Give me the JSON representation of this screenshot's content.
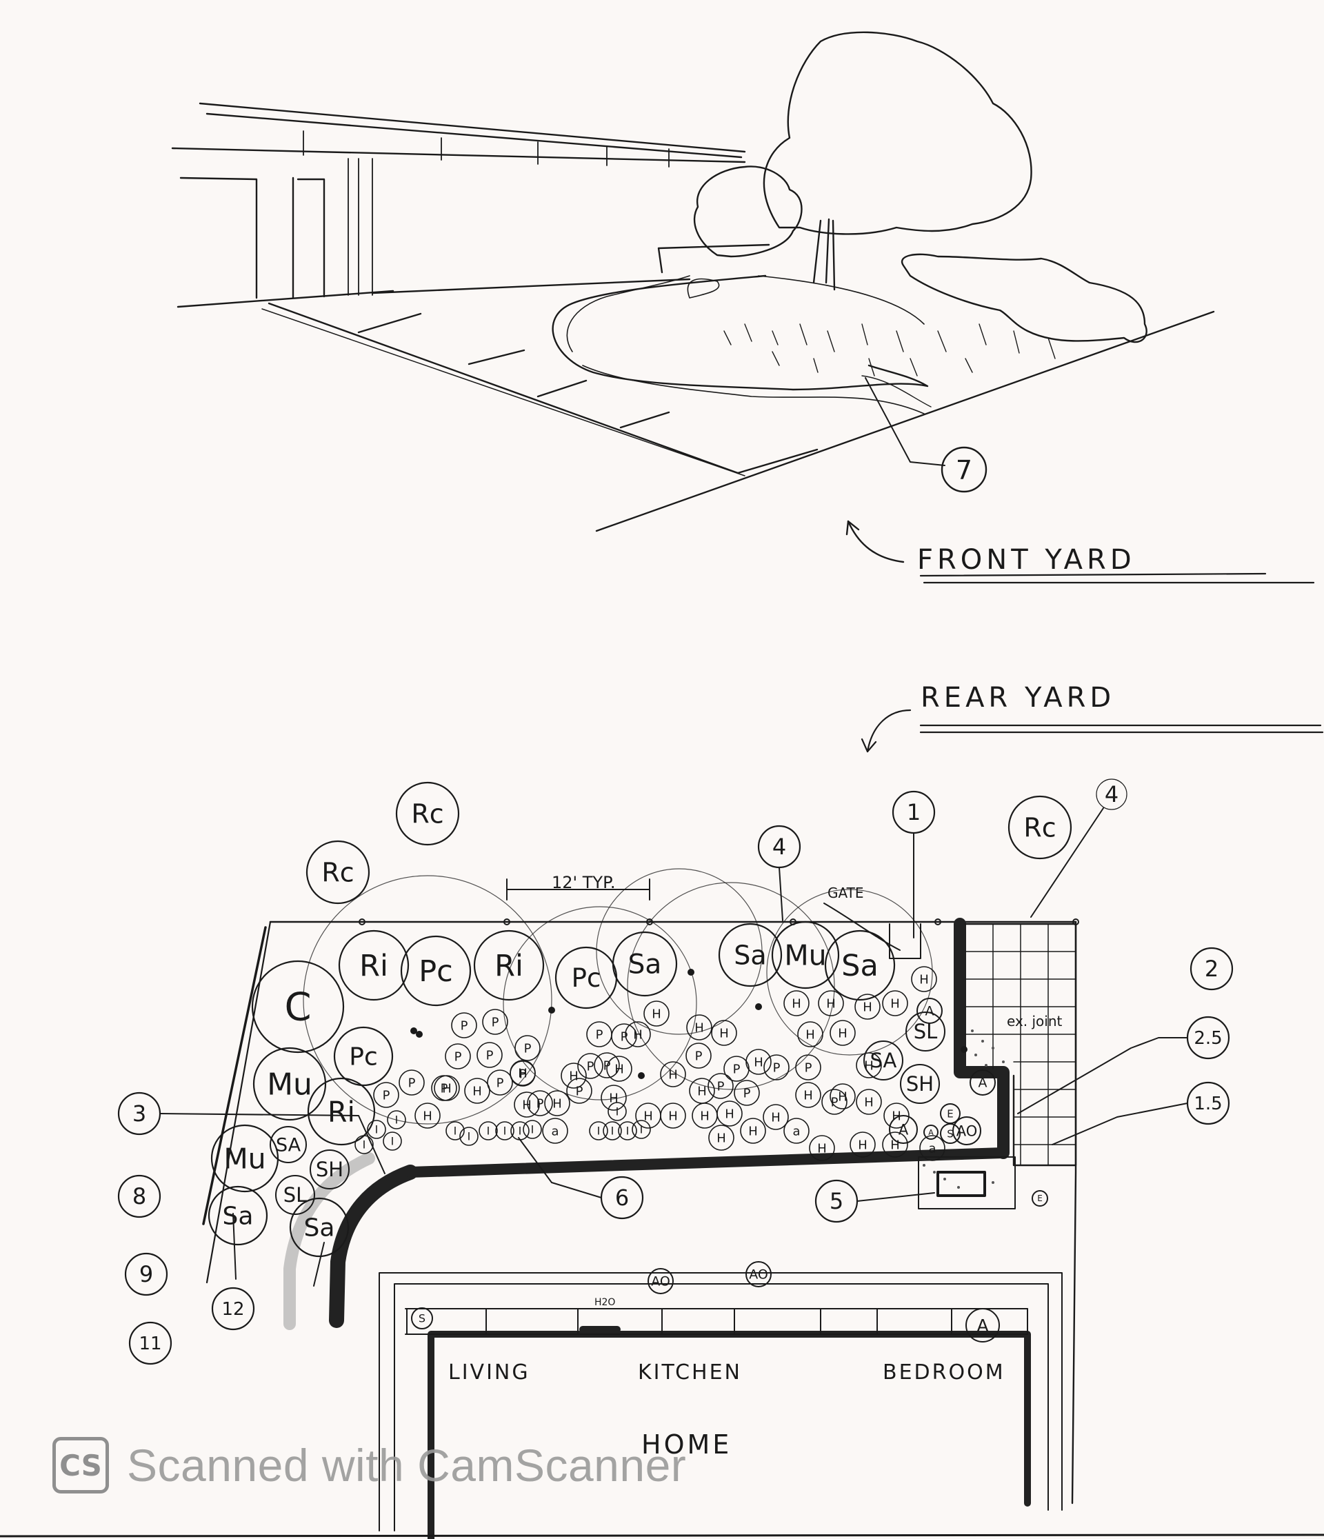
{
  "drawing": {
    "front_title": "FRONT YARD",
    "rear_title": "REAR YARD",
    "home_label": "HOME",
    "rooms": [
      "LIVING",
      "KITCHEN",
      "BEDROOM"
    ],
    "gate_label": "GATE",
    "spacing_label": "12' TYP.",
    "joint_label": "ex. joint",
    "h2o_label": "H2O",
    "callouts": [
      "7",
      "1",
      "2",
      "2.5",
      "1.5",
      "3",
      "4",
      "4",
      "5",
      "6",
      "8",
      "9",
      "11",
      "12"
    ],
    "plants": {
      "large": [
        "Rc",
        "Rc",
        "Rc",
        "C",
        "Ri",
        "Pc",
        "Ri",
        "Pc",
        "Sa",
        "Sa",
        "Mu",
        "Sa",
        "Mu",
        "Pc",
        "Ri",
        "Mu",
        "Sa",
        "Sa"
      ],
      "medium": [
        "SA",
        "SH",
        "SL",
        "SL",
        "SA",
        "SH",
        "A",
        "A",
        "A",
        "AO",
        "AO",
        "AO",
        "A",
        "S",
        "S",
        "E",
        "E",
        "A"
      ],
      "small": [
        "P",
        "H",
        "I",
        "a"
      ]
    }
  },
  "watermark": {
    "logo": "CS",
    "text": "Scanned with CamScanner"
  },
  "colors": {
    "ink": "#1a1a1a",
    "paper": "#fbf8f6",
    "watermark": "#9a9a9a"
  }
}
